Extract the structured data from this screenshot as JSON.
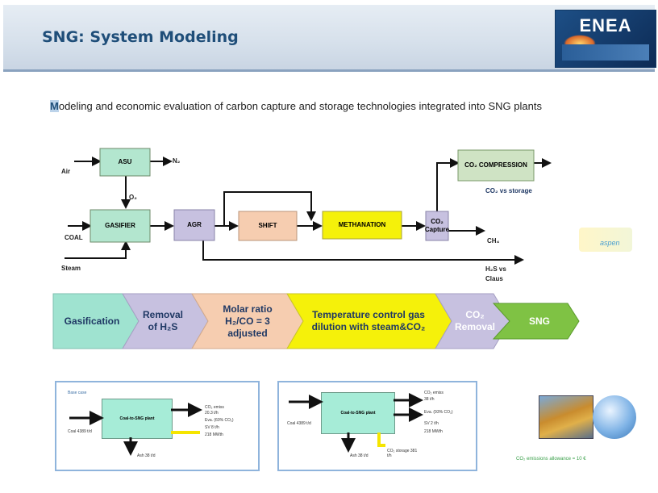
{
  "header": {
    "title": "SNG: System Modeling",
    "logo_text": "ENEA"
  },
  "intro": {
    "first_letter": "M",
    "text": "odeling and economic evaluation of carbon capture and storage technologies integrated into SNG plants"
  },
  "flow": {
    "asu": "ASU",
    "gasifier": "GASIFIER",
    "agr": "AGR",
    "shift": "SHIFT",
    "methanation": "METHANATION",
    "co2_capture": "CO₂ Capture",
    "co2_compression": "CO₂ COMPRESSION",
    "air": "Air",
    "n2": "N₂",
    "o2": "O₂",
    "coal": "COAL",
    "steam": "Steam",
    "ch4": "CH₄",
    "co2_storage": "CO₂ vs storage",
    "h2s_claus": "H₂S vs Claus"
  },
  "stages": [
    {
      "label": "Gasification",
      "color": "#9fe3d0"
    },
    {
      "label": "Removal of H₂S",
      "color": "#c7c1e0"
    },
    {
      "label": "Molar ratio H₂/CO = 3 adjusted",
      "color": "#f6cdb0"
    },
    {
      "label": "Temperature control gas dilution with steam&CO₂",
      "color": "#f5f10a"
    },
    {
      "label": "CO₂ Removal",
      "color": "#c7c1e0"
    },
    {
      "label": "SNG",
      "color": "#7fc244"
    }
  ],
  "mini_left": {
    "tag": "Base case",
    "box": "Coal-to-SNG plant",
    "in": "Coal 4389 t/d",
    "ash": "Ash 38 t/d",
    "out": [
      "CO₂ emiss",
      "20.3 t/h",
      "Eva. (60% CO₂)",
      "SV 8 t/h",
      "218 MWth"
    ]
  },
  "mini_right": {
    "box": "Coal-to-SNG plant",
    "in": "Coal 4389 t/d",
    "ash": "Ash 38 t/d",
    "storage": "CO₂ storage 381 t/h",
    "out": [
      "CO₂ emiss",
      "38 t/h",
      "Eva. (93% CO₂)",
      "SV 2 t/h",
      "218 MWth"
    ]
  },
  "aspen_text": "aspen",
  "caption": "CO₂ emissions allowance = 10 €"
}
